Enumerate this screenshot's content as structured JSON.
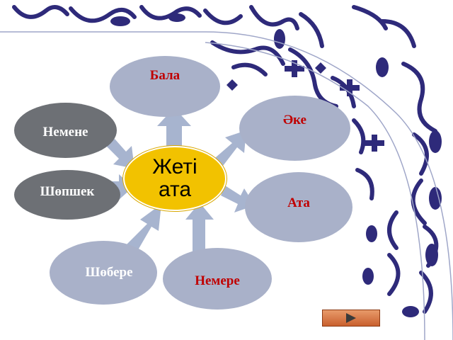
{
  "diagram": {
    "center_label": "Жеті ата",
    "nodes": [
      {
        "id": "bala",
        "label": "Бала"
      },
      {
        "id": "ake",
        "label": "Әке"
      },
      {
        "id": "ata",
        "label": "Ата"
      },
      {
        "id": "nemere",
        "label": "Немере"
      },
      {
        "id": "shobere",
        "label": "Шөбере"
      },
      {
        "id": "shopshek",
        "label": "Шөпшек"
      },
      {
        "id": "nemene",
        "label": "Немене"
      }
    ]
  },
  "colors": {
    "ornament": "#2e2a7a",
    "light_node": "#a9b1c9",
    "dark_node": "#6d7075",
    "center_node": "#f2c200",
    "arrow": "#a7b4cf",
    "label_red": "#c00000"
  },
  "controls": {
    "next_icon": "play-icon"
  }
}
